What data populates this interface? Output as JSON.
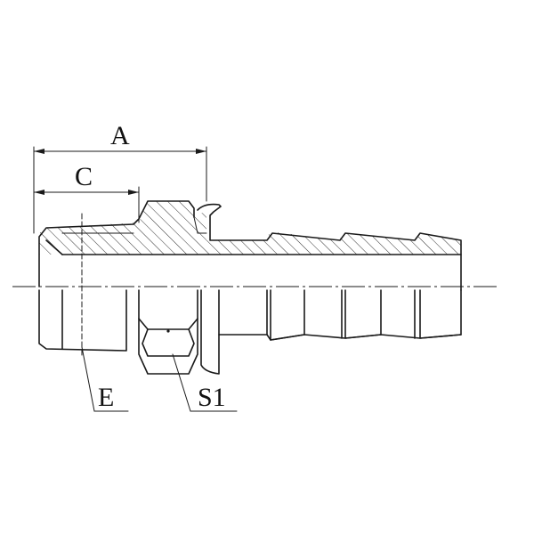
{
  "labels": {
    "A": "A",
    "C": "C",
    "E": "E",
    "S1": "S1"
  },
  "colors": {
    "line": "#1a1a1a",
    "background": "#ffffff"
  }
}
